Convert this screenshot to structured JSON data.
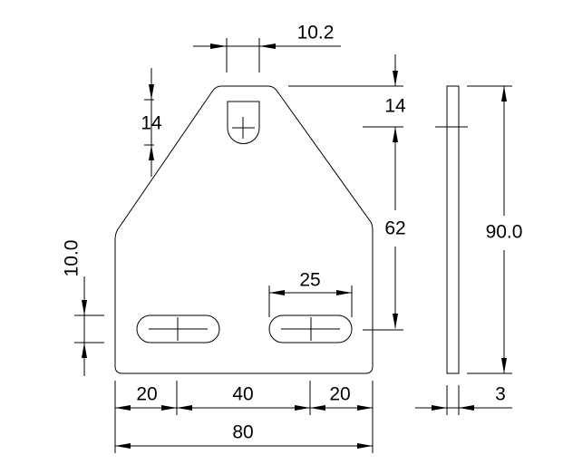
{
  "drawing": {
    "dimensions": {
      "slot_width": "10.2",
      "top_slot_offset_left": "14",
      "top_slot_offset_right": "14",
      "slot_to_slot_height": "62",
      "total_height": "90.0",
      "bottom_slot_offset": "10.0",
      "slot_length": "25",
      "thickness": "3",
      "left_margin": "20",
      "slot_spacing": "40",
      "right_margin": "20",
      "total_width": "80"
    }
  }
}
